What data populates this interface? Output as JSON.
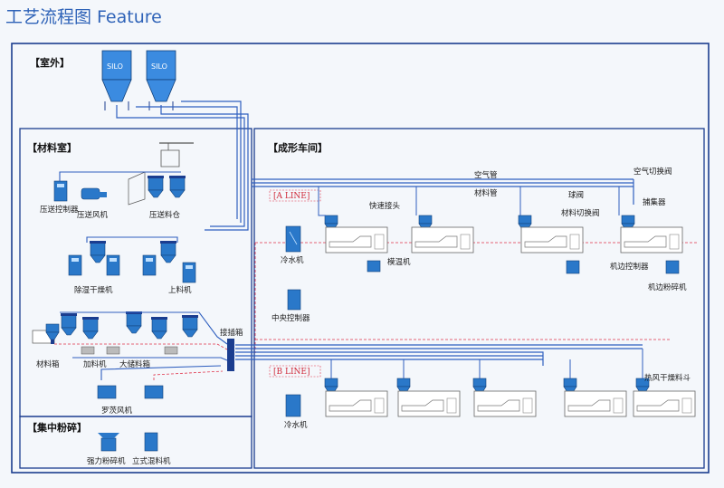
{
  "title": "工艺流程图 Feature",
  "sections": {
    "outdoor": "【室外】",
    "material_room": "【材料室】",
    "molding_workshop": "【成形车间】",
    "central_crushing": "【集中粉碎】"
  },
  "silo_label": "SILO",
  "labels": {
    "pressure_controller": "压送控制器",
    "pressure_fan": "压送风机",
    "pressure_bin": "压送料仓",
    "dehumidify_dryer": "除湿干燥机",
    "loader": "上料机",
    "material_box": "材料箱",
    "feed_box": "加料机",
    "big_storage_bin": "大储料箱",
    "roots_blower": "罗茨风机",
    "junction_box": "接插箱",
    "air_pipe": "空气管",
    "material_pipe": "材料管",
    "air_switch_valve": "空气切换阀",
    "quick_connector": "快速接头",
    "ball_valve": "球阀",
    "material_switch_valve": "材料切换阀",
    "collector": "捕集器",
    "chiller": "冷水机",
    "mold_temp_machine": "模温机",
    "side_controller": "机边控制器",
    "side_crusher": "机边粉碎机",
    "central_controller": "中央控制器",
    "hot_air_hopper": "热风干燥料斗",
    "chiller_b": "冷水机",
    "strong_crusher": "强力粉碎机",
    "vertical_mixer": "立式混料机"
  },
  "lines": {
    "a": "[A LINE]",
    "b": "[B LINE]"
  },
  "colors": {
    "frame": "#1b3d8f",
    "pipe": "#2f5fbf",
    "equipment": "#2a78c9",
    "signal": "#e0334a",
    "title": "#2f63b8"
  }
}
